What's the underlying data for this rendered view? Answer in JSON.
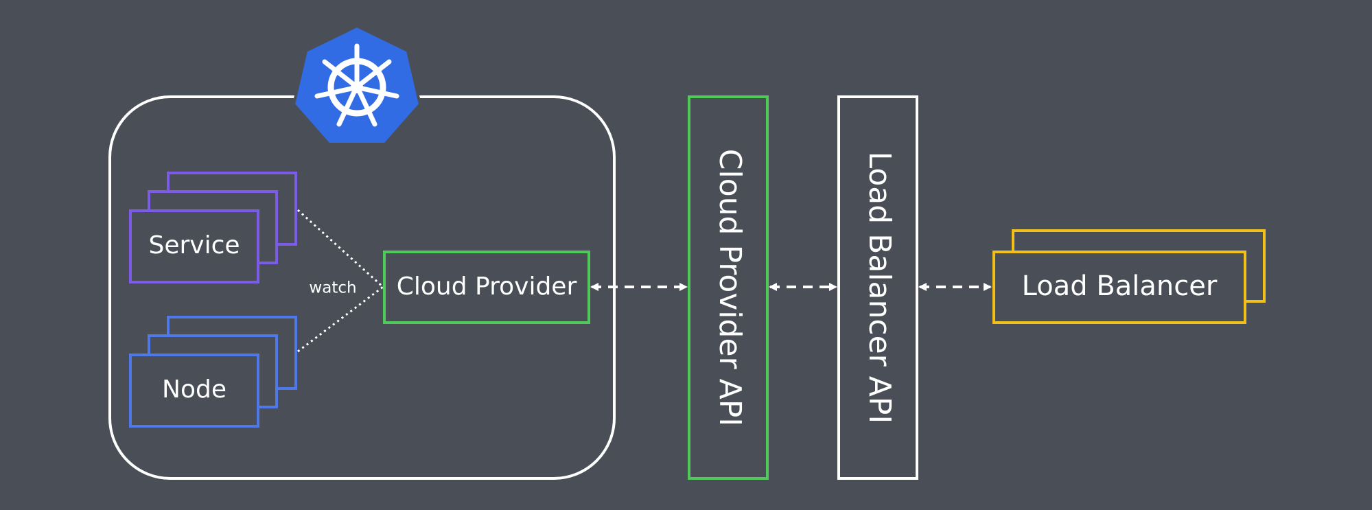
{
  "colors": {
    "background": "#4a4f57",
    "cluster_border": "#ffffff",
    "service_border": "#7c5ce6",
    "node_border": "#4f78e8",
    "cloud_provider_border": "#4ec95a",
    "load_balancer_api_border": "#ffffff",
    "load_balancer_border": "#f2c01a",
    "kubernetes_logo": "#326ce5"
  },
  "icons": {
    "logo": "kubernetes-helm-wheel-icon"
  },
  "cluster": {
    "service_label": "Service",
    "node_label": "Node",
    "watch_label": "watch",
    "cloud_provider_label": "Cloud Provider"
  },
  "apis": {
    "cloud_provider_api_label": "Cloud Provider API",
    "load_balancer_api_label": "Load Balancer API"
  },
  "external": {
    "load_balancer_label": "Load Balancer"
  }
}
